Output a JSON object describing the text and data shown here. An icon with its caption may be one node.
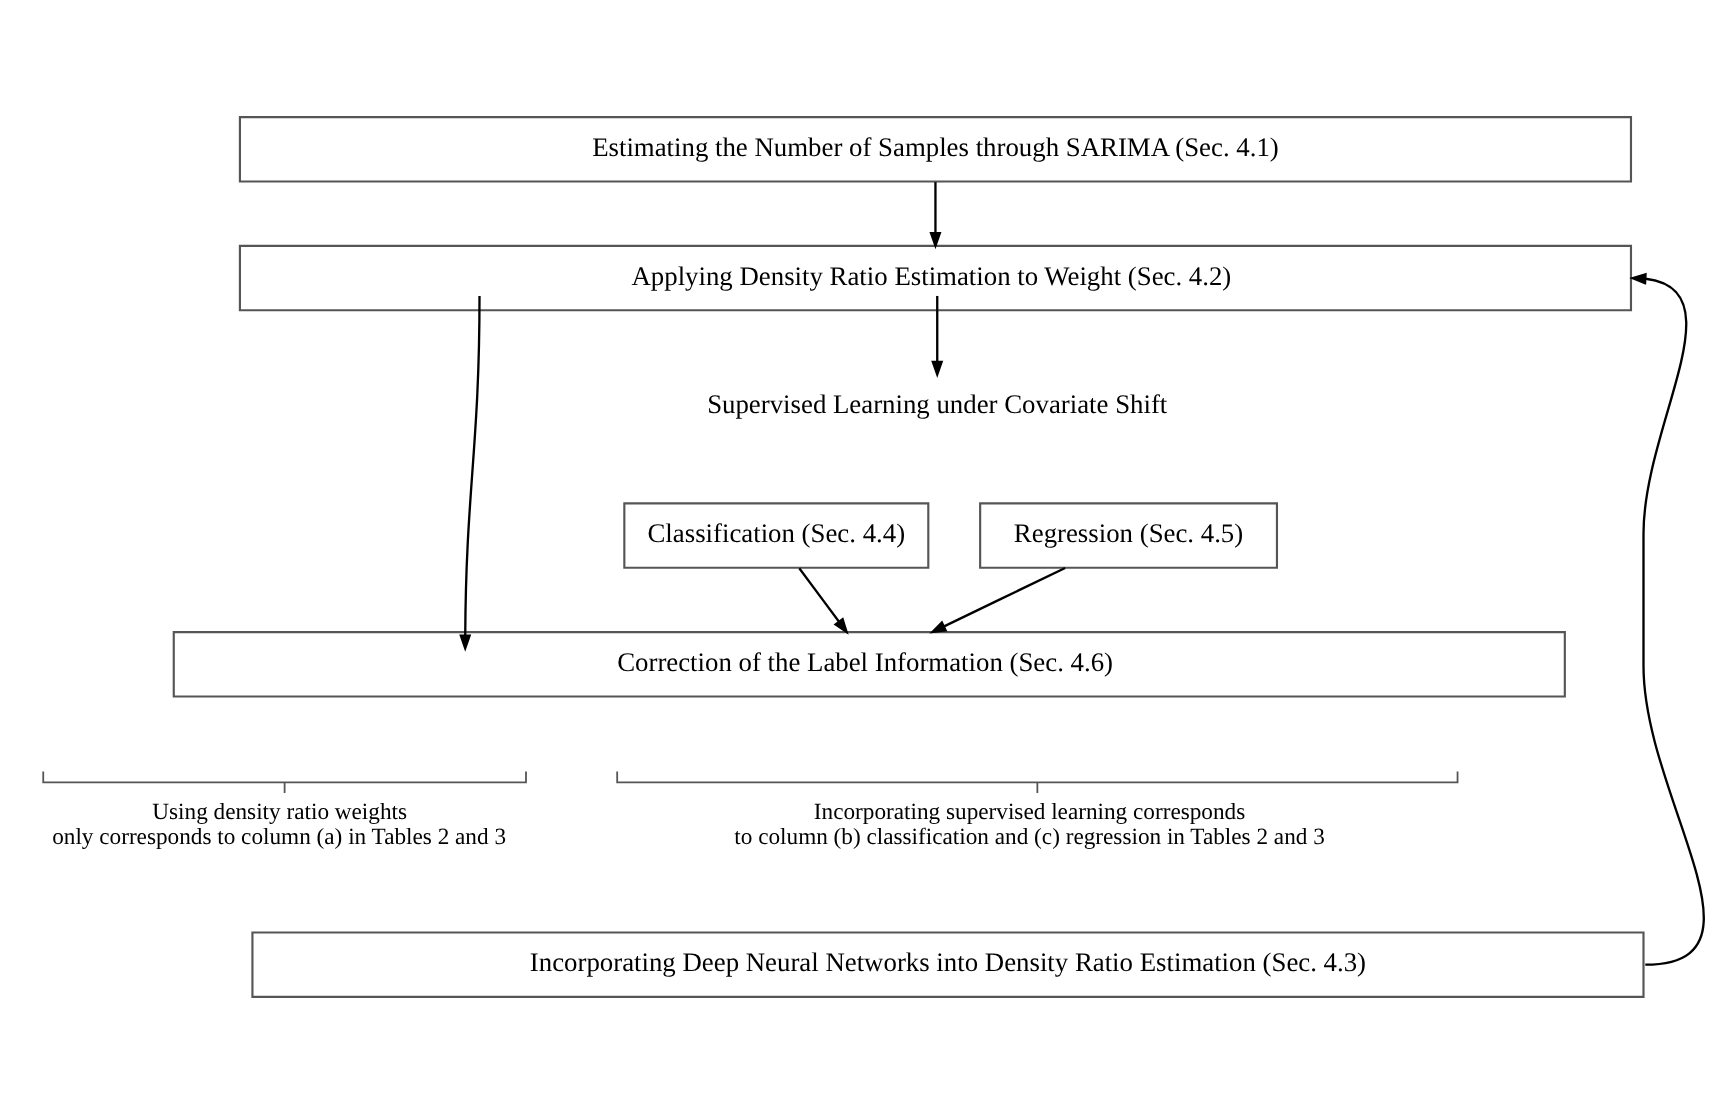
{
  "diagram": {
    "nodes": [
      {
        "text": [
          "Estimating the Number of Samples through SARIMA (Sec. 4.1)"
        ]
      },
      {
        "text": [
          "Applying Density Ratio Estimation to Weight (Sec. 4.2)"
        ]
      },
      {
        "text": [
          "Supervised Learning under Covariate Shift"
        ]
      },
      {
        "text": [
          "Classification (Sec. 4.4)"
        ]
      },
      {
        "text": [
          "Regression (Sec. 4.5)"
        ]
      },
      {
        "text": [
          "Correction of the Label Information (Sec. 4.6)"
        ]
      },
      {
        "text": [
          "Incorporating Deep Neural Networks into Density Ratio Estimation (Sec. 4.3)"
        ]
      }
    ],
    "edges": [
      {
        "from": 0,
        "to": 1,
        "arrow": "to"
      },
      {
        "from": 1,
        "to": 5,
        "arrow": "to"
      },
      {
        "from": 1,
        "to": 2,
        "arrow": "to"
      },
      {
        "from": 3,
        "to": 5,
        "arrow": "to"
      },
      {
        "from": 4,
        "to": 5,
        "arrow": "to"
      },
      {
        "from": 6,
        "to": 1,
        "arrow": "to"
      }
    ],
    "labels": [
      "Using density ratio weights only corresponds to column (a) in Tables 2 and 3",
      "Incorporating supervised learning corresponds to column (b) classification and (c) regression in Tables 2 and 3"
    ]
  }
}
